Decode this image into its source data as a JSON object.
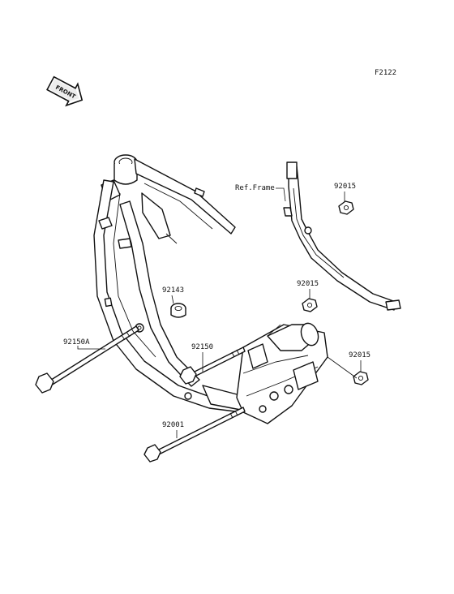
{
  "diagram_id": "F2122",
  "front_badge": "FRONT",
  "ref_frame_label": "Ref.Frame",
  "parts": [
    {
      "key": "nut_top",
      "number": "92015"
    },
    {
      "key": "nut_mid",
      "number": "92015"
    },
    {
      "key": "nut_right",
      "number": "92015"
    },
    {
      "key": "collar",
      "number": "92143"
    },
    {
      "key": "bolt_long",
      "number": "92150A"
    },
    {
      "key": "bolt_mid",
      "number": "92150"
    },
    {
      "key": "bolt_bottom",
      "number": "92001"
    }
  ]
}
